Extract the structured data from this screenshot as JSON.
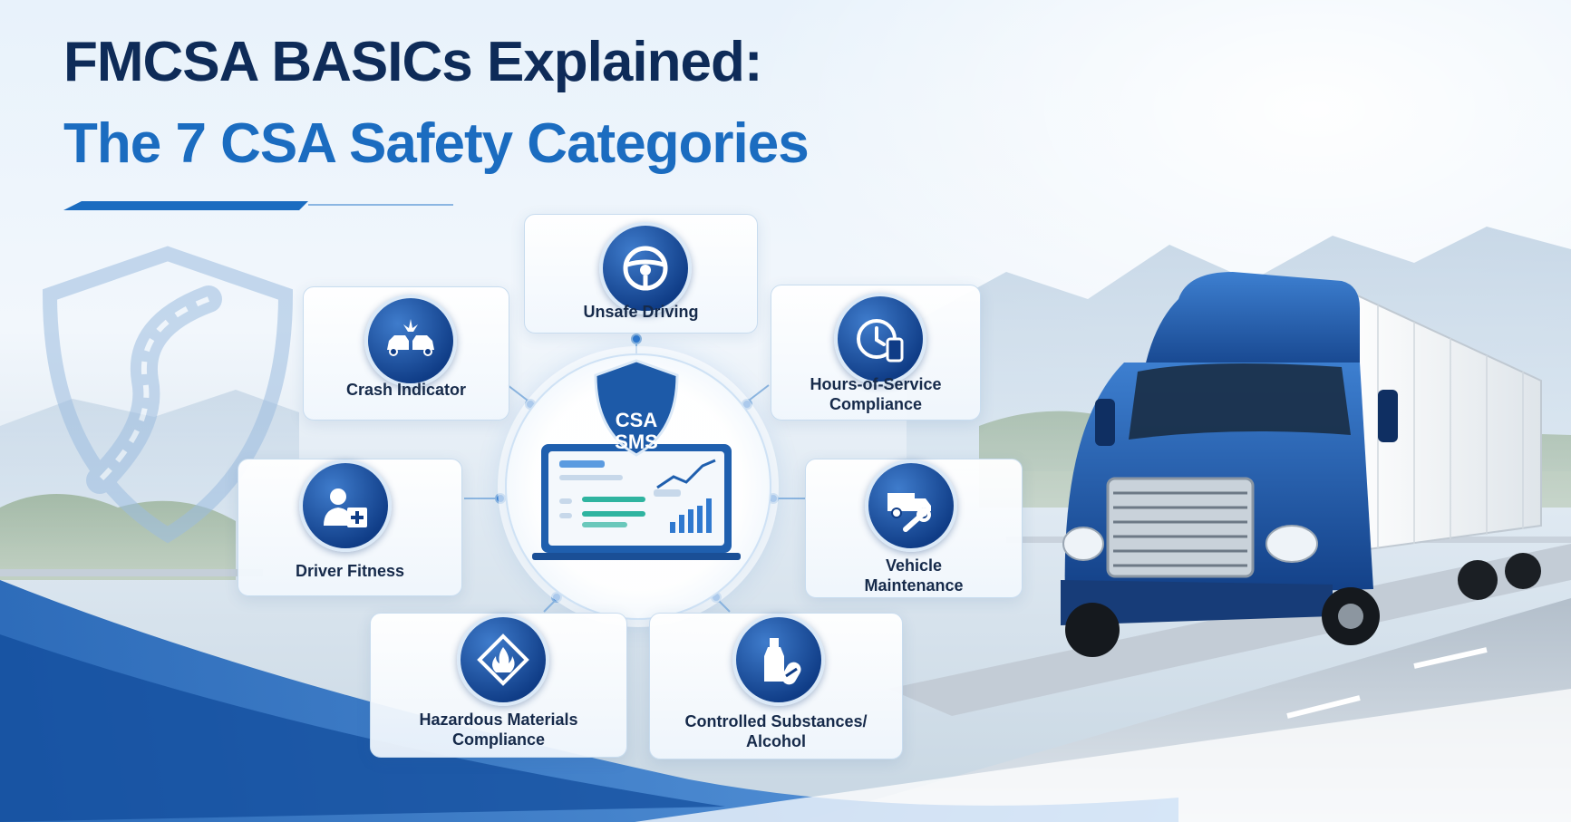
{
  "title": {
    "line1": "FMCSA BASICs Explained:",
    "line2": "The 7 CSA Safety Categories"
  },
  "hub": {
    "shield_text_line1": "CSA",
    "shield_text_line2": "SMS"
  },
  "categories": [
    {
      "label": "Unsafe Driving",
      "icon": "steering-wheel-icon"
    },
    {
      "label": "Crash Indicator",
      "icon": "car-crash-icon"
    },
    {
      "label_line1": "Hours-of-Service",
      "label_line2": "Compliance",
      "icon": "clock-phone-icon"
    },
    {
      "label": "Driver Fitness",
      "icon": "driver-medical-icon"
    },
    {
      "label_line1": "Vehicle",
      "label_line2": "Maintenance",
      "icon": "truck-wrench-icon"
    },
    {
      "label_line1": "Hazardous Materials",
      "label_line2": "Compliance",
      "icon": "hazmat-flame-icon"
    },
    {
      "label_line1": "Controlled Substances/",
      "label_line2": "Alcohol",
      "icon": "bottle-pill-icon"
    }
  ],
  "colors": {
    "navy": "#0e2b58",
    "accent_blue": "#1b6cc0",
    "badge_blue": "#0f3c86",
    "truck_blue": "#1f5fae"
  }
}
